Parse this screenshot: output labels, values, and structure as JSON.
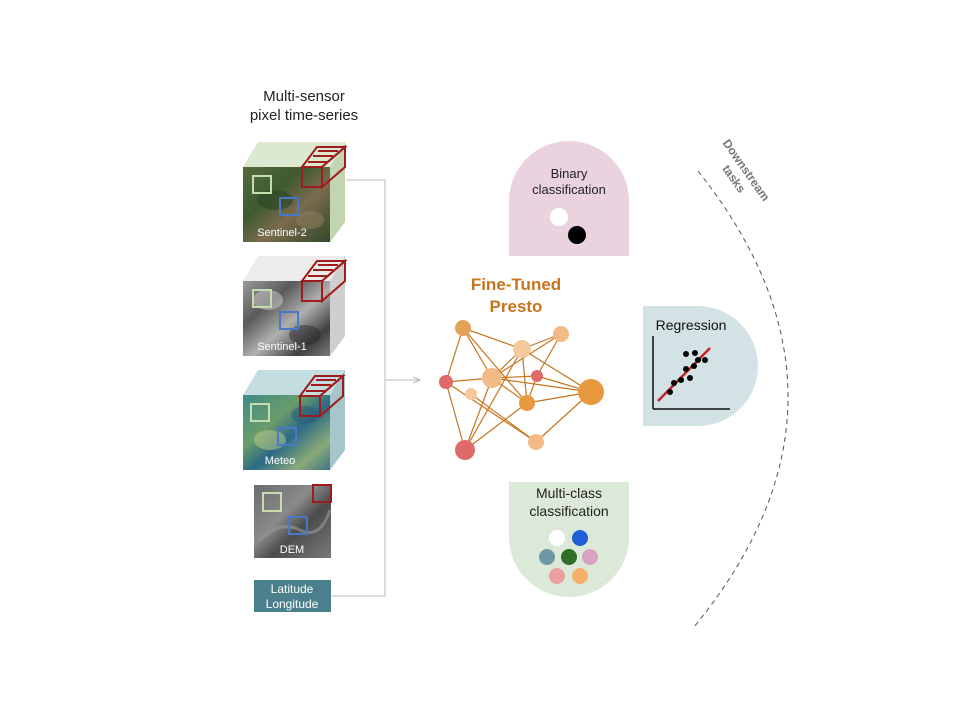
{
  "input": {
    "title_line1": "Multi-sensor",
    "title_line2": "pixel time-series",
    "sensors": [
      {
        "label": "Sentinel-2"
      },
      {
        "label": "Sentinel-1"
      },
      {
        "label": "Meteo"
      },
      {
        "label": "DEM"
      }
    ],
    "latlon_line1": "Latitude",
    "latlon_line2": "Longitude"
  },
  "model": {
    "title_line1": "Fine-Tuned",
    "title_line2": "Presto"
  },
  "tasks": {
    "arc_label_line1": "Downstream",
    "arc_label_line2": "tasks",
    "binary_line1": "Binary",
    "binary_line2": "classification",
    "regression": "Regression",
    "multiclass_line1": "Multi-class",
    "multiclass_line2": "classification"
  },
  "colors": {
    "accent_orange": "#c8741c",
    "binary_bg": "#ead3de",
    "regression_bg": "#d3e2e4",
    "multiclass_bg": "#dde9d8",
    "latlon_bg": "#4a7f8c",
    "red_box": "#a01c1c",
    "green_box": "#c6ddb0",
    "blue_box": "#4a78c8",
    "regression_line": "#c8202a"
  }
}
